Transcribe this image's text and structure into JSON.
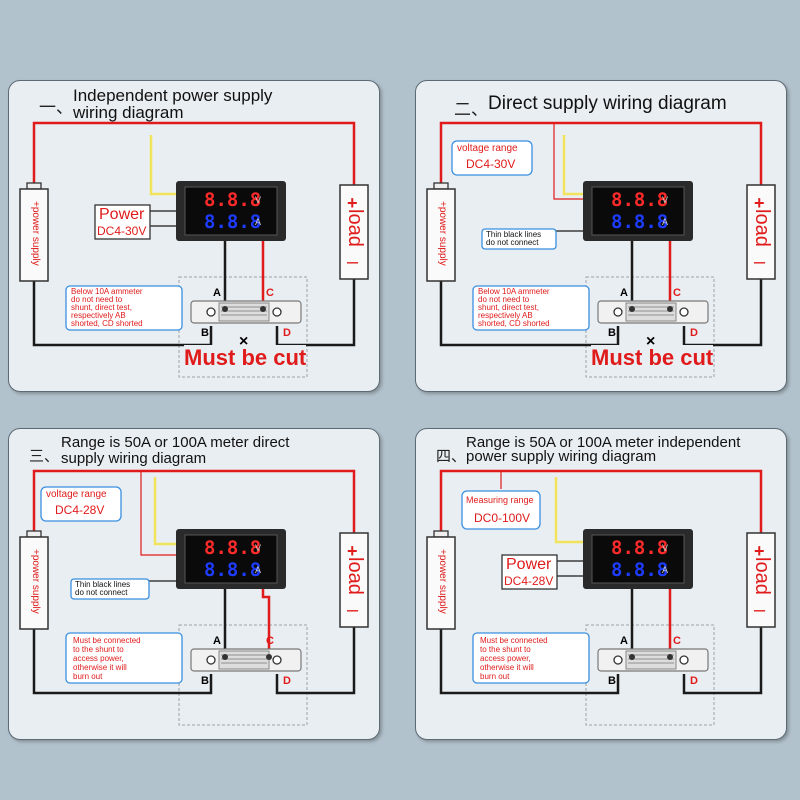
{
  "panels": [
    {
      "number": "一、",
      "title_line1": "Independent power supply",
      "title_line2": "wiring diagram",
      "power_supply_label": "+power supply",
      "load_label": "load",
      "meter": {
        "volts": "8.8.8",
        "amps": "8.8.8",
        "v_unit": "V",
        "a_unit": "A"
      },
      "power_box": {
        "label": "Power",
        "range": "DC4-30V"
      },
      "note_lines": [
        "Below 10A ammeter",
        "do not need to",
        "shunt, direct test,",
        "respectively AB",
        "shorted, CD shorted"
      ],
      "terminals": {
        "a": "A",
        "b": "B",
        "c": "C",
        "d": "D"
      },
      "cut_mark": "×",
      "cut_label": "Must be cut"
    },
    {
      "number": "二、",
      "title_line1": "Direct supply wiring diagram",
      "power_supply_label": "+power supply",
      "load_label": "load",
      "meter": {
        "volts": "8.8.8",
        "amps": "8.8.8",
        "v_unit": "V",
        "a_unit": "A"
      },
      "voltage_box": {
        "label": "voltage range",
        "range": "DC4-30V"
      },
      "thin_lines_note": [
        "Thin black lines",
        "do not connect"
      ],
      "note_lines": [
        "Below 10A ammeter",
        "do not need to",
        "shunt, direct test,",
        "respectively AB",
        "shorted, CD shorted"
      ],
      "terminals": {
        "a": "A",
        "b": "B",
        "c": "C",
        "d": "D"
      },
      "cut_mark": "×",
      "cut_label": "Must be cut"
    },
    {
      "number": "三、",
      "title_line1": "Range is 50A or 100A meter direct",
      "title_line2": "supply wiring diagram",
      "power_supply_label": "+power supply",
      "load_label": "load",
      "meter": {
        "volts": "8.8.8",
        "amps": "8.8.8",
        "v_unit": "V",
        "a_unit": "A"
      },
      "voltage_box": {
        "label": "voltage range",
        "range": "DC4-28V"
      },
      "thin_lines_note": [
        "Thin black lines",
        "do not connect"
      ],
      "note_lines": [
        "Must be connected",
        "to the shunt to",
        "access power,",
        "otherwise it will",
        "burn out"
      ],
      "terminals": {
        "a": "A",
        "b": "B",
        "c": "C",
        "d": "D"
      }
    },
    {
      "number": "四、",
      "title_line1": "Range is 50A or 100A meter independent",
      "title_line2": "power supply wiring diagram",
      "power_supply_label": "+power supply",
      "load_label": "load",
      "meter": {
        "volts": "8.8.8",
        "amps": "8.8.8",
        "v_unit": "V",
        "a_unit": "A"
      },
      "voltage_box": {
        "label": "Measuring range",
        "range": "DC0-100V"
      },
      "power_box": {
        "label": "Power",
        "range": "DC4-28V"
      },
      "note_lines": [
        "Must be connected",
        "to the shunt to",
        "access power,",
        "otherwise it will",
        "burn out"
      ],
      "terminals": {
        "a": "A",
        "b": "B",
        "c": "C",
        "d": "D"
      }
    }
  ],
  "colors": {
    "background": "#b2c2cc",
    "panel": "#e9eef2",
    "red_wire": "#e01b1b",
    "yellow_wire": "#f2e35c",
    "black_wire": "#1a1a1a",
    "meter_red_digits": "#ff2a2a",
    "meter_blue_digits": "#1e3cff",
    "note_blue": "#3a8fe0"
  }
}
